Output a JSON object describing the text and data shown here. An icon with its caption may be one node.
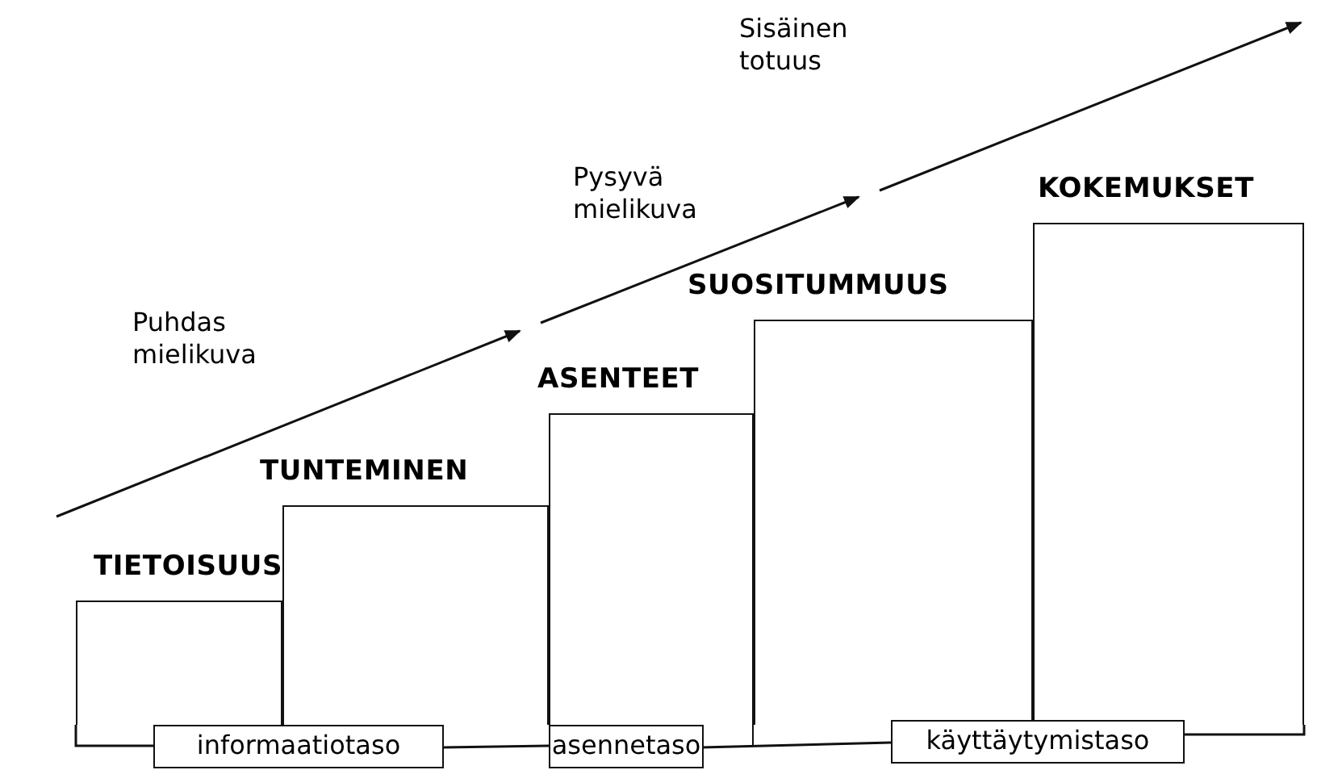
{
  "diagram": {
    "nodes": [
      {
        "text": [
          "TIETOISUUS"
        ]
      },
      {
        "text": [
          "TUNTEMINEN"
        ]
      },
      {
        "text": [
          "ASENTEET"
        ]
      },
      {
        "text": [
          "SUOSITUMMUUS"
        ]
      },
      {
        "text": [
          "KOKEMUKSET"
        ]
      },
      {
        "text": [
          "informaatiotaso"
        ]
      },
      {
        "text": [
          "asennetaso"
        ]
      },
      {
        "text": [
          "käyttäytymistaso"
        ]
      }
    ],
    "edges": [
      {
        "from": 5,
        "to": 6,
        "arrow": "none"
      },
      {
        "from": 6,
        "to": 7,
        "arrow": "none"
      }
    ],
    "labels": [
      "Sisäinen totuus",
      "Pysyvä mielikuva",
      "Puhdas mielikuva"
    ]
  }
}
